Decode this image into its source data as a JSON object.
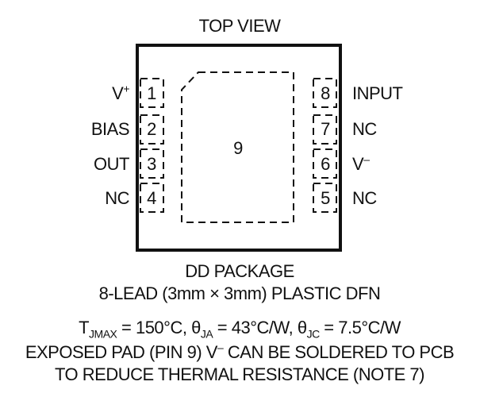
{
  "title": "TOP VIEW",
  "package": {
    "exposed_pad_number": "9",
    "pins_left": [
      {
        "number": "1",
        "label": "V",
        "label_sup": "+"
      },
      {
        "number": "2",
        "label": "BIAS",
        "label_sup": ""
      },
      {
        "number": "3",
        "label": "OUT",
        "label_sup": ""
      },
      {
        "number": "4",
        "label": "NC",
        "label_sup": ""
      }
    ],
    "pins_right": [
      {
        "number": "8",
        "label": "INPUT",
        "label_sup": ""
      },
      {
        "number": "7",
        "label": "NC",
        "label_sup": ""
      },
      {
        "number": "6",
        "label": "V",
        "label_sup": "–"
      },
      {
        "number": "5",
        "label": "NC",
        "label_sup": ""
      }
    ]
  },
  "caption": {
    "line1": "DD PACKAGE",
    "line2": "8-LEAD (3mm × 3mm) PLASTIC DFN"
  },
  "thermal": {
    "tj_prefix": "T",
    "tj_sub": "JMAX",
    "tj_value": " = 150°C, ",
    "theta_ja_symbol": "θ",
    "theta_ja_sub": "JA",
    "theta_ja_value": " = 43°C/W, ",
    "theta_jc_symbol": "θ",
    "theta_jc_sub": "JC",
    "theta_jc_value": " = 7.5°C/W"
  },
  "notes": {
    "line1_a": "EXPOSED PAD (PIN 9) V",
    "line1_sup": "–",
    "line1_b": " CAN BE SOLDERED TO PCB",
    "line2": "TO REDUCE THERMAL RESISTANCE (NOTE 7)"
  }
}
